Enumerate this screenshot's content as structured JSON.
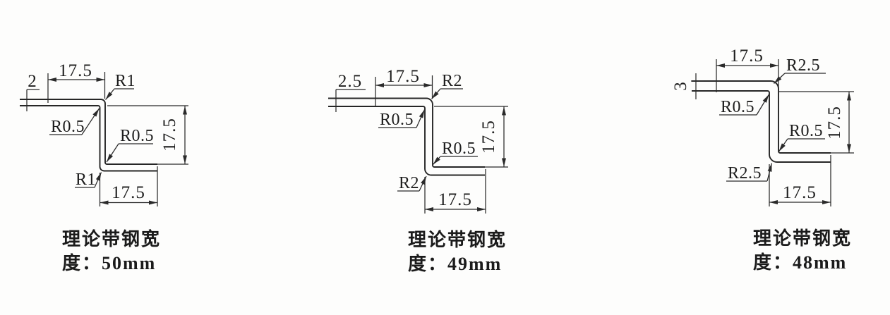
{
  "colors": {
    "background": "#fdfdfc",
    "line": "#2a2a2a",
    "text": "#1d1d1d"
  },
  "drawings": [
    {
      "thickness_label": "2",
      "top_width_label": "17.5",
      "outer_radius_top_label": "R1",
      "inner_radius_top_label": "R0.5",
      "inner_radius_bottom_label": "R0.5",
      "outer_radius_bottom_label": "R1",
      "side_height_label": "17.5",
      "bottom_width_label": "17.5",
      "caption_line1": "理论带钢宽",
      "caption_line2": "度：50mm"
    },
    {
      "thickness_label": "2.5",
      "top_width_label": "17.5",
      "outer_radius_top_label": "R2",
      "inner_radius_top_label": "R0.5",
      "inner_radius_bottom_label": "R0.5",
      "outer_radius_bottom_label": "R2",
      "side_height_label": "17.5",
      "bottom_width_label": "17.5",
      "caption_line1": "理论带钢宽",
      "caption_line2": "度：49mm"
    },
    {
      "thickness_label": "3",
      "top_width_label": "17.5",
      "outer_radius_top_label": "R2.5",
      "inner_radius_top_label": "R0.5",
      "inner_radius_bottom_label": "R0.5",
      "outer_radius_bottom_label": "R2.5",
      "side_height_label": "17.5",
      "bottom_width_label": "17.5",
      "caption_line1": "理论带钢宽",
      "caption_line2": "度：48mm"
    }
  ]
}
